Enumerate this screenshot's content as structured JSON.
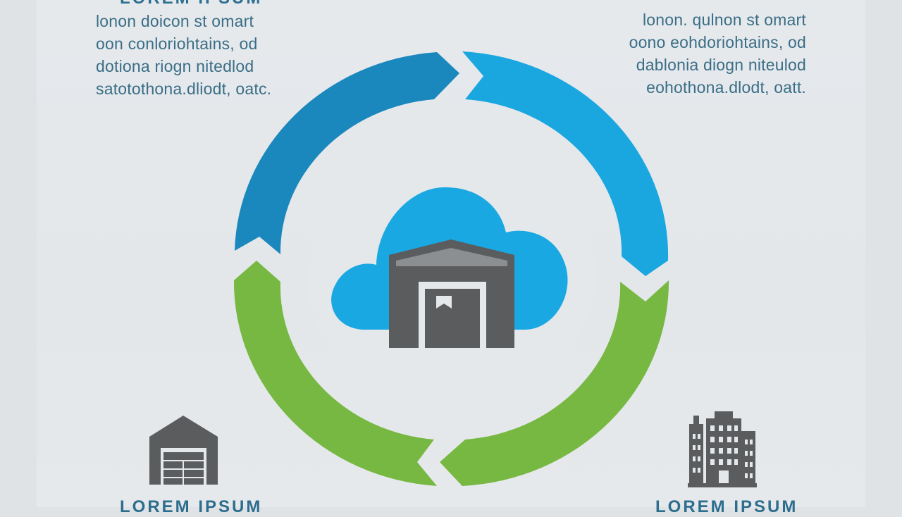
{
  "top_left_block": {
    "title": "LOREM IPSUM",
    "lines": [
      "lonon doicon st omart",
      "oon conloriohtains,  od",
      "dotiona riogn nitedlod",
      "satotothona.dliodt, oatc."
    ]
  },
  "top_right_block": {
    "lines": [
      "lonon. qulnon st omart",
      "oono eohdoriohtains,  od",
      "dablonia diogn niteulod",
      "eohothona.dlodt, oatt."
    ]
  },
  "bottom_left_title": "LOREM IPSUM",
  "bottom_right_title": "LOREM IPSUM",
  "colors": {
    "arrow_dark_blue": "#1a87bd",
    "arrow_light_blue": "#1aa7e0",
    "arrow_green": "#77b843",
    "center_cloud": "#1aa8e2",
    "warehouse_gray": "#5a5c5e"
  },
  "icons": [
    "cycle-arrow-dark-blue",
    "cycle-arrow-light-blue",
    "cycle-arrow-green-left",
    "cycle-arrow-green-right",
    "cloud-warehouse-icon",
    "garage-icon",
    "office-building-icon"
  ]
}
